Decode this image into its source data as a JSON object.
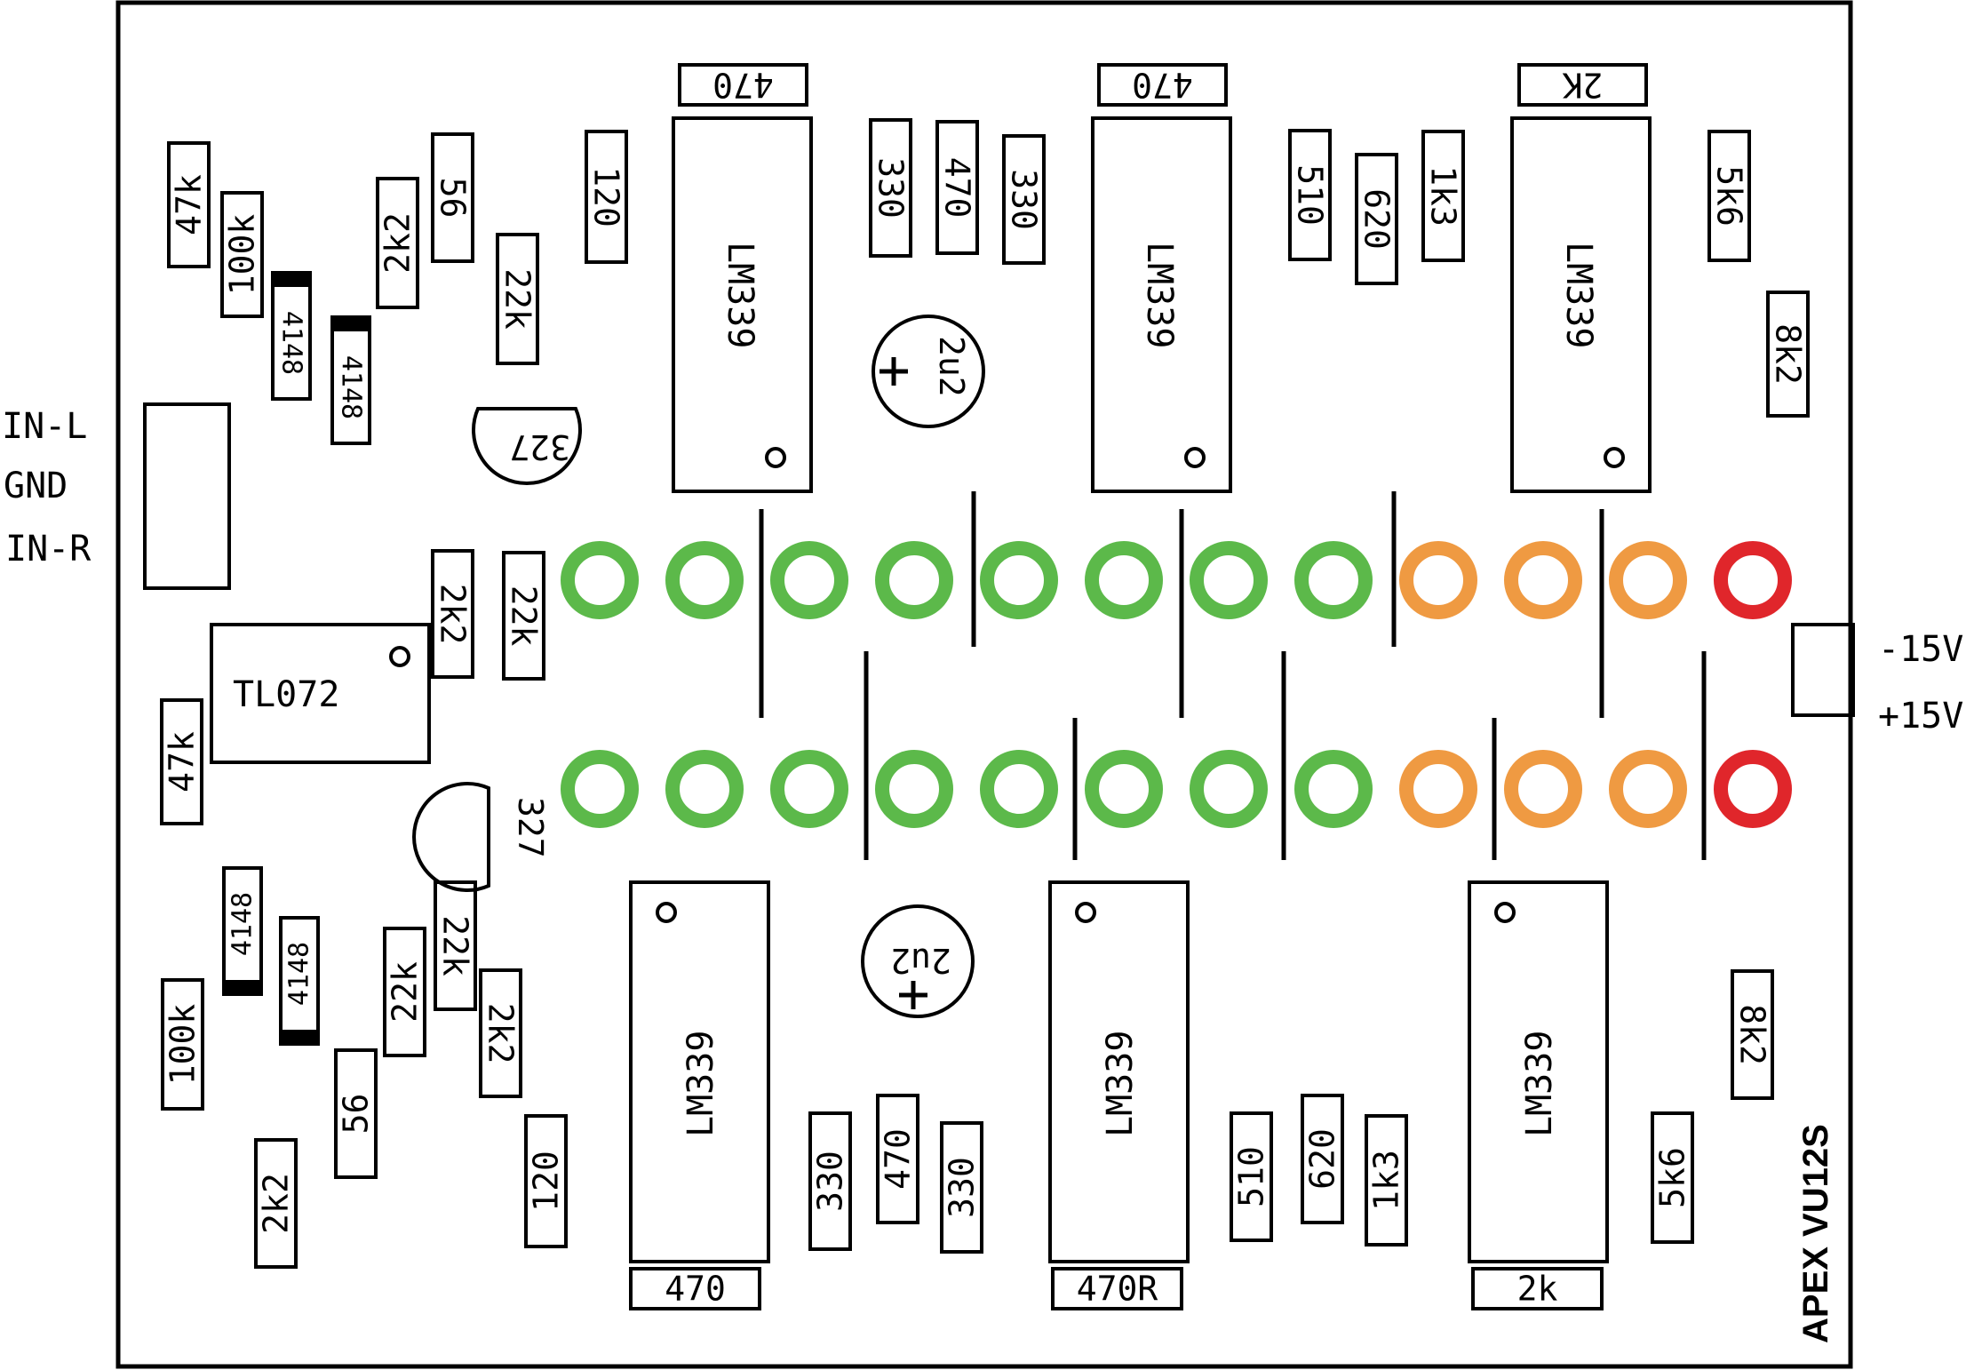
{
  "board": {
    "title": "APEX VU12S",
    "connectors": {
      "input_labels": [
        "IN-L",
        "GND",
        "IN-R"
      ],
      "power_labels": [
        "-15V",
        "+15V"
      ]
    },
    "led_colors": {
      "green": "#5cb94a",
      "orange": "#ef9a42",
      "red": "#e0262b"
    },
    "led_rows": [
      [
        "green",
        "green",
        "green",
        "green",
        "green",
        "green",
        "green",
        "green",
        "orange",
        "orange",
        "orange",
        "red"
      ],
      [
        "green",
        "green",
        "green",
        "green",
        "green",
        "green",
        "green",
        "green",
        "orange",
        "orange",
        "orange",
        "red"
      ]
    ],
    "chips": {
      "opamp": "TL072",
      "comparator": "LM339"
    },
    "resistors": {
      "top": [
        "470",
        "470",
        "2K",
        "120",
        "330",
        "470",
        "330",
        "510",
        "620",
        "1k3",
        "5k6",
        "8k2",
        "47k",
        "100k",
        "2k2",
        "56",
        "22k",
        "2k2",
        "22k"
      ],
      "bottom": [
        "470",
        "470R",
        "2k",
        "120",
        "330",
        "470",
        "330",
        "510",
        "620",
        "1k3",
        "5k6",
        "8k2",
        "47k",
        "100k",
        "2k2",
        "56",
        "22k",
        "22k",
        "2k2"
      ]
    },
    "diodes": [
      "4148",
      "4148",
      "4148",
      "4148"
    ],
    "transistors": [
      "327",
      "327"
    ],
    "capacitors": [
      "2u2",
      "2u2"
    ]
  }
}
